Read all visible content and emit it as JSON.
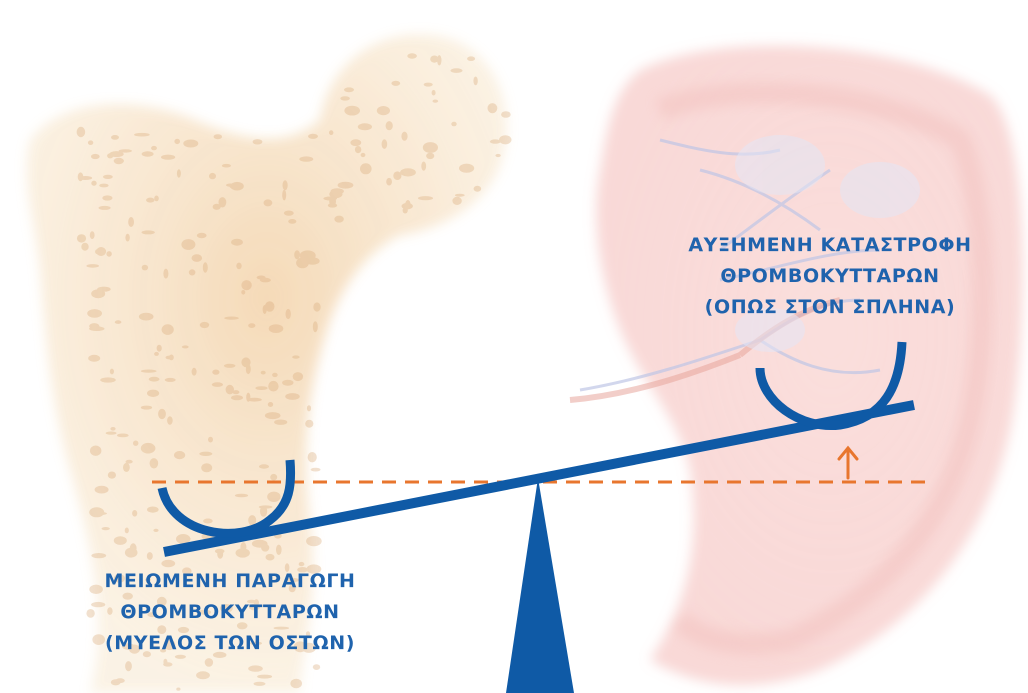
{
  "colors": {
    "accent": "#0f5aa6",
    "dashed": "#e8762e",
    "bone": "#f3d7a8",
    "bone_pores": "#d9a674",
    "spleen": "#f3b3b3",
    "spleen_vein": "#c8cce6"
  },
  "illustrations": {
    "left": "bone-marrow-illustration",
    "right": "spleen-illustration"
  },
  "labels": {
    "right": {
      "line1": "ΑΥΞΗΜΕΝΗ ΚΑΤΑΣΤΡΟΦΗ",
      "line2": "ΘΡΟΜΒΟΚΥΤΤΑΡΩΝ",
      "line3": "(ΟΠΩΣ ΣΤΟΝ ΣΠΛΗΝΑ)"
    },
    "left": {
      "line1": "ΜΕΙΩΜΕΝΗ ΠΑΡΑΓΩΓΗ",
      "line2": "ΘΡΟΜΒΟΚΥΤΤΑΡΩΝ",
      "line3": "(ΜΥΕΛΟΣ ΤΩΝ ΟΣΤΩΝ)"
    }
  }
}
